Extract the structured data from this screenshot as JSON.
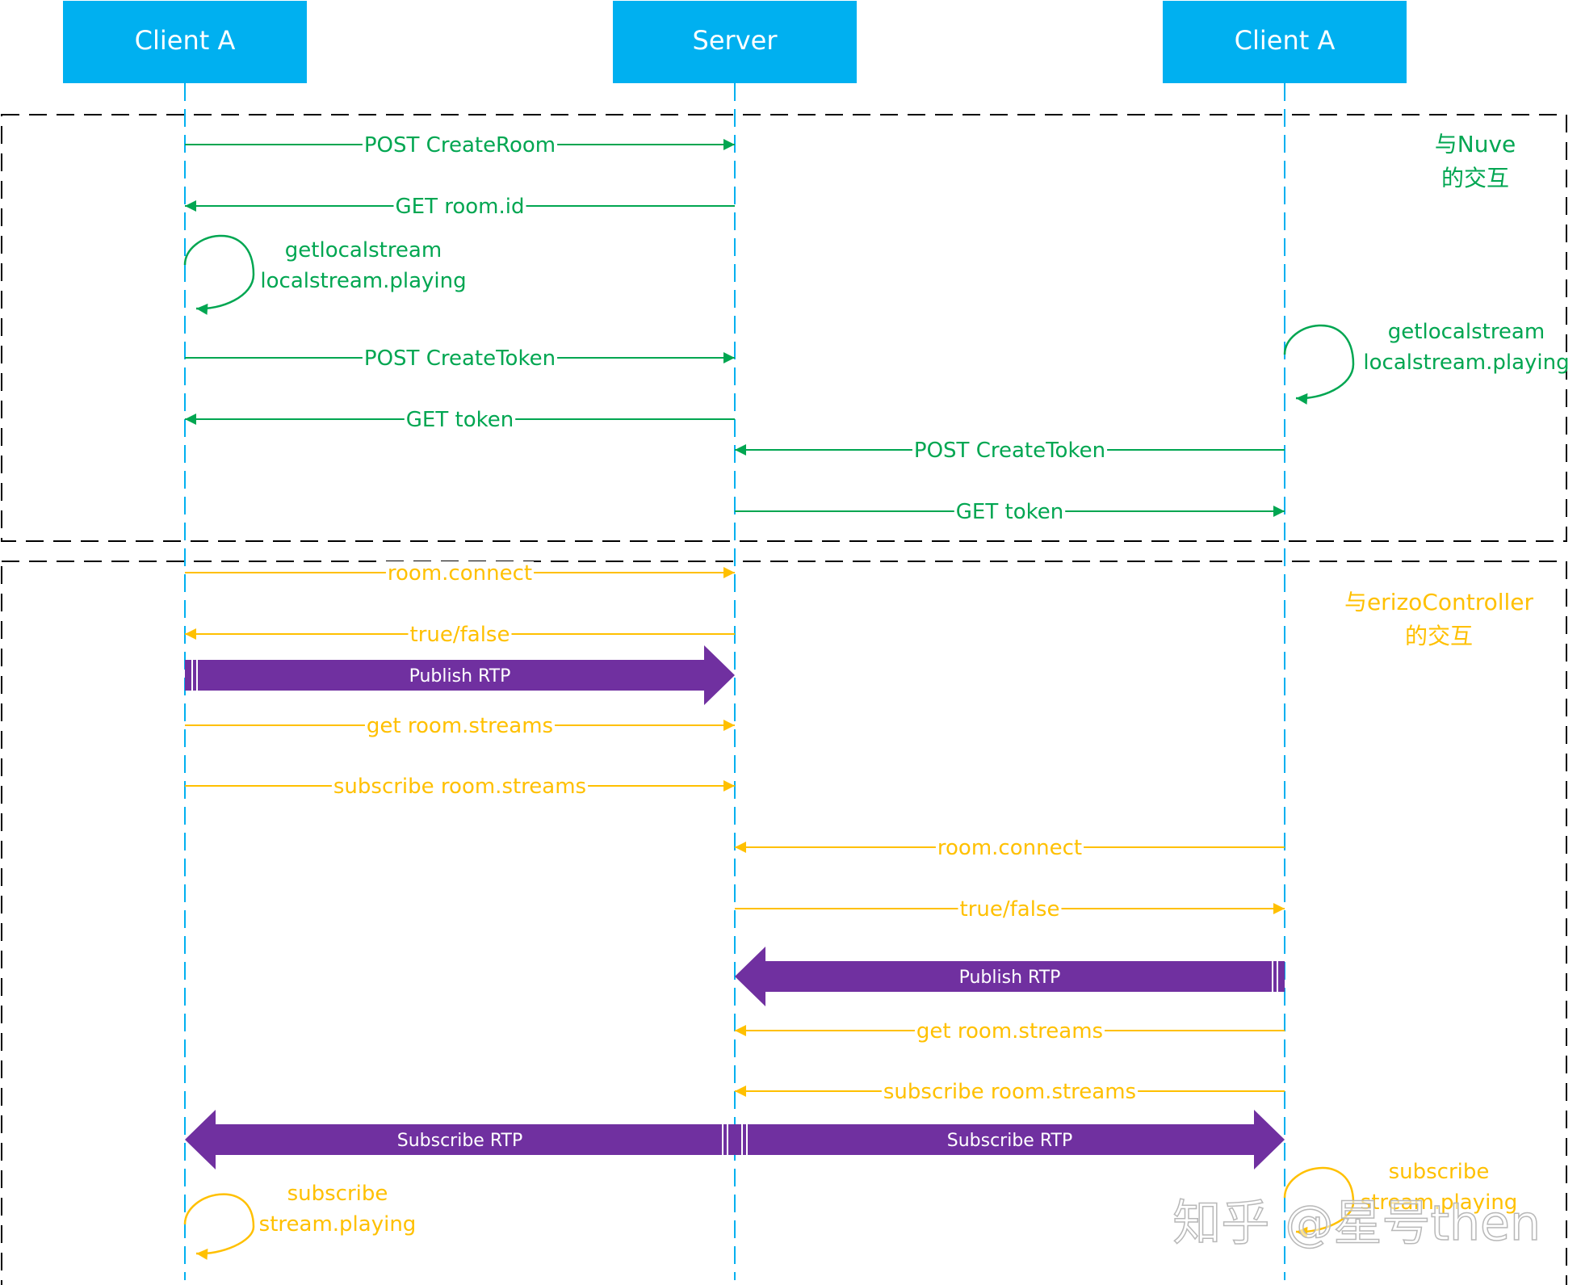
{
  "participants": [
    {
      "id": "client-a-left",
      "label": "Client A"
    },
    {
      "id": "server",
      "label": "Server"
    },
    {
      "id": "client-a-right",
      "label": "Client A"
    }
  ],
  "sections": [
    {
      "id": "nuve",
      "label_lines": [
        "与Nuve",
        "的交互"
      ],
      "color": "#00a651"
    },
    {
      "id": "erizo",
      "label_lines": [
        "与erizoController",
        "的交互"
      ],
      "color": "#ffc000"
    }
  ],
  "colors": {
    "participant_fill": "#00b0f0",
    "participant_text": "#ffffff",
    "lifeline": "#00b0f0",
    "green": "#00a651",
    "yellow": "#ffc000",
    "purple": "#7030a0",
    "frame": "#000000"
  },
  "messages": [
    {
      "from": "client-a-left",
      "to": "server",
      "label": "POST CreateRoom",
      "color": "green"
    },
    {
      "from": "server",
      "to": "client-a-left",
      "label": "GET room.id",
      "color": "green"
    },
    {
      "from": "client-a-left",
      "to": "server",
      "label": "POST CreateToken",
      "color": "green"
    },
    {
      "from": "server",
      "to": "client-a-left",
      "label": "GET token",
      "color": "green"
    },
    {
      "from": "client-a-right",
      "to": "server",
      "label": "POST CreateToken",
      "color": "green"
    },
    {
      "from": "server",
      "to": "client-a-right",
      "label": "GET token",
      "color": "green"
    },
    {
      "from": "client-a-left",
      "to": "server",
      "label": "room.connect",
      "color": "yellow"
    },
    {
      "from": "server",
      "to": "client-a-left",
      "label": "true/false",
      "color": "yellow"
    },
    {
      "from": "client-a-left",
      "to": "server",
      "label": "get room.streams",
      "color": "yellow"
    },
    {
      "from": "client-a-left",
      "to": "server",
      "label": "subscribe room.streams",
      "color": "yellow"
    },
    {
      "from": "client-a-right",
      "to": "server",
      "label": "room.connect",
      "color": "yellow"
    },
    {
      "from": "server",
      "to": "client-a-right",
      "label": "true/false",
      "color": "yellow"
    },
    {
      "from": "client-a-right",
      "to": "server",
      "label": "get room.streams",
      "color": "yellow"
    },
    {
      "from": "client-a-right",
      "to": "server",
      "label": "subscribe room.streams",
      "color": "yellow"
    }
  ],
  "self_messages": [
    {
      "participant": "client-a-left",
      "lines": [
        "getlocalstream",
        "localstream.playing"
      ],
      "color": "green"
    },
    {
      "participant": "client-a-right",
      "lines": [
        "getlocalstream",
        "localstream.playing"
      ],
      "color": "green"
    },
    {
      "participant": "client-a-left",
      "lines": [
        "subscribe",
        "stream.playing"
      ],
      "color": "yellow"
    },
    {
      "participant": "client-a-right",
      "lines": [
        "subscribe",
        "stream.playing"
      ],
      "color": "yellow"
    }
  ],
  "streams": [
    {
      "from": "client-a-left",
      "to": "server",
      "label": "Publish RTP"
    },
    {
      "from": "client-a-right",
      "to": "server",
      "label": "Publish RTP"
    },
    {
      "from": "server",
      "to": "client-a-left",
      "label": "Subscribe RTP"
    },
    {
      "from": "server",
      "to": "client-a-right",
      "label": "Subscribe RTP"
    }
  ],
  "watermark": "知乎 @星号then"
}
